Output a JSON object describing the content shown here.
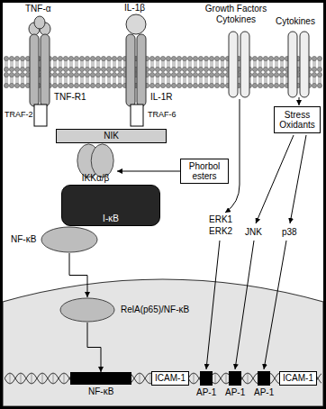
{
  "diagram": {
    "nodes": [
      {
        "text": [
          "NIK"
        ]
      },
      {
        "text": [
          "Phorbol esters"
        ]
      },
      {
        "text": [
          "Stress Oxidants"
        ]
      },
      {
        "text": [
          "IKKα/β"
        ]
      },
      {
        "text": [
          "I-κB"
        ]
      },
      {
        "text": [
          "NF-κB"
        ]
      },
      {
        "text": [
          "RelA(p65)/NF-κB"
        ]
      },
      {
        "text": [
          "NF-κB"
        ]
      },
      {
        "text": [
          "ICAM-1"
        ]
      },
      {
        "text": [
          "AP-1"
        ]
      },
      {
        "text": [
          "AP-1"
        ]
      },
      {
        "text": [
          "AP-1"
        ]
      },
      {
        "text": [
          "ICAM-1"
        ]
      }
    ],
    "edges": [
      {
        "from": 1,
        "to": 3,
        "arrow": "to"
      },
      {
        "from": 5,
        "to": 6,
        "arrow": "to"
      },
      {
        "from": 6,
        "to": 7,
        "arrow": "to"
      }
    ],
    "labels": [
      "TNF-α",
      "IL-1β",
      "Growth Factors Cytokines",
      "Cytokines",
      "TNF-R1",
      "IL-1R",
      "TRAF-2",
      "TRAF-6",
      "ERK1",
      "ERK2",
      "JNK",
      "p38"
    ]
  }
}
